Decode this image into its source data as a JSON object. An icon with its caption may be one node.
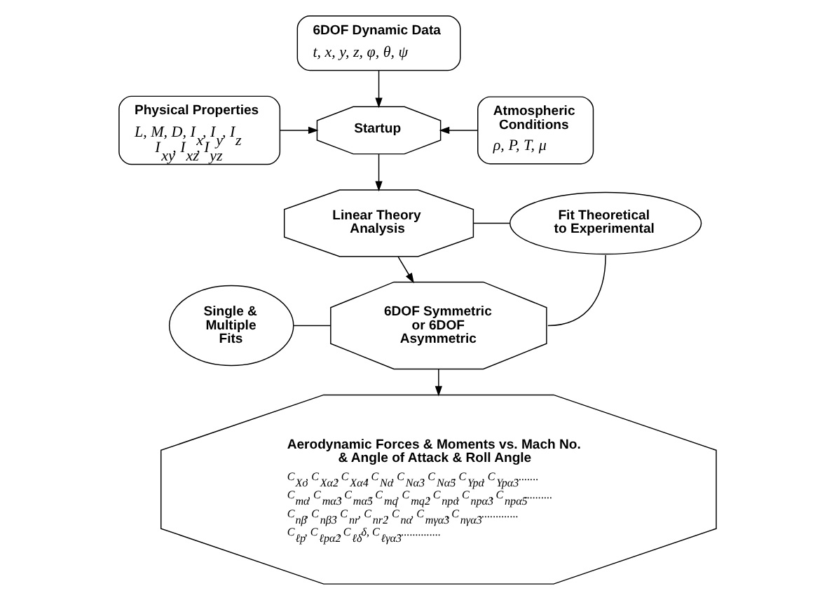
{
  "diagram": {
    "nodes": [
      {
        "text": [
          "6DOF Dynamic Data",
          "t, x, y, z, φ, θ, ψ"
        ]
      },
      {
        "text": [
          "Physical Properties",
          "L, M, D, I$_{x}$, I$_{y}$, I$_{z}$ I$_{xy}$, I$_{xz}$, I$_{yz}$"
        ]
      },
      {
        "text": [
          "Startup"
        ]
      },
      {
        "text": [
          "Atmospheric Conditions",
          "ρ, P, T, μ"
        ]
      },
      {
        "text": [
          "Linear Theory Analysis"
        ]
      },
      {
        "text": [
          "Fit Theoretical to Experimental"
        ]
      },
      {
        "text": [
          "Single & Multiple Fits"
        ]
      },
      {
        "text": [
          "6DOF Symmetric or 6DOF Asymmetric"
        ]
      },
      {
        "text": [
          "Aerodynamic Forces & Moments vs. Mach No. & Angle of Attack & Roll Angle",
          "C$_{Xo}$, C$_{Xα2}$, C$_{Xα4}$, C$_{Nα}$, C$_{Nα3}$, C$_{Nα5}$, C$_{Ypα}$, C$_{Ypα3}$........",
          "C$_{mα}$, C$_{mα3}$, C$_{mα5}$, C$_{mq}$, C$_{mq2}$, C$_{npα}$, C$_{npα3}$, C$_{npα5}$..........",
          "C$_{nβ}$, C$_{nβ3}$, C$_{nr}$, C$_{nr2}$, C$_{nα}$, C$_{mγα3}$, C$_{nγα3}$..............",
          "C$_{ℓp}$, C$_{ℓpα2}$, C$_{ℓδ}$δ, C$_{ℓγα3}$..............."
        ]
      }
    ],
    "edges": [
      {
        "from": 0,
        "to": 2,
        "arrow": "to"
      },
      {
        "from": 1,
        "to": 2,
        "arrow": "to"
      },
      {
        "from": 3,
        "to": 2,
        "arrow": "to"
      },
      {
        "from": 2,
        "to": 4,
        "arrow": "to"
      },
      {
        "from": 4,
        "to": 7,
        "arrow": "to"
      },
      {
        "from": 4,
        "to": 5,
        "arrow": "none"
      },
      {
        "from": 7,
        "to": 5,
        "arrow": "none"
      },
      {
        "from": 6,
        "to": 7,
        "arrow": "none"
      },
      {
        "from": 7,
        "to": 8,
        "arrow": "to"
      }
    ]
  }
}
